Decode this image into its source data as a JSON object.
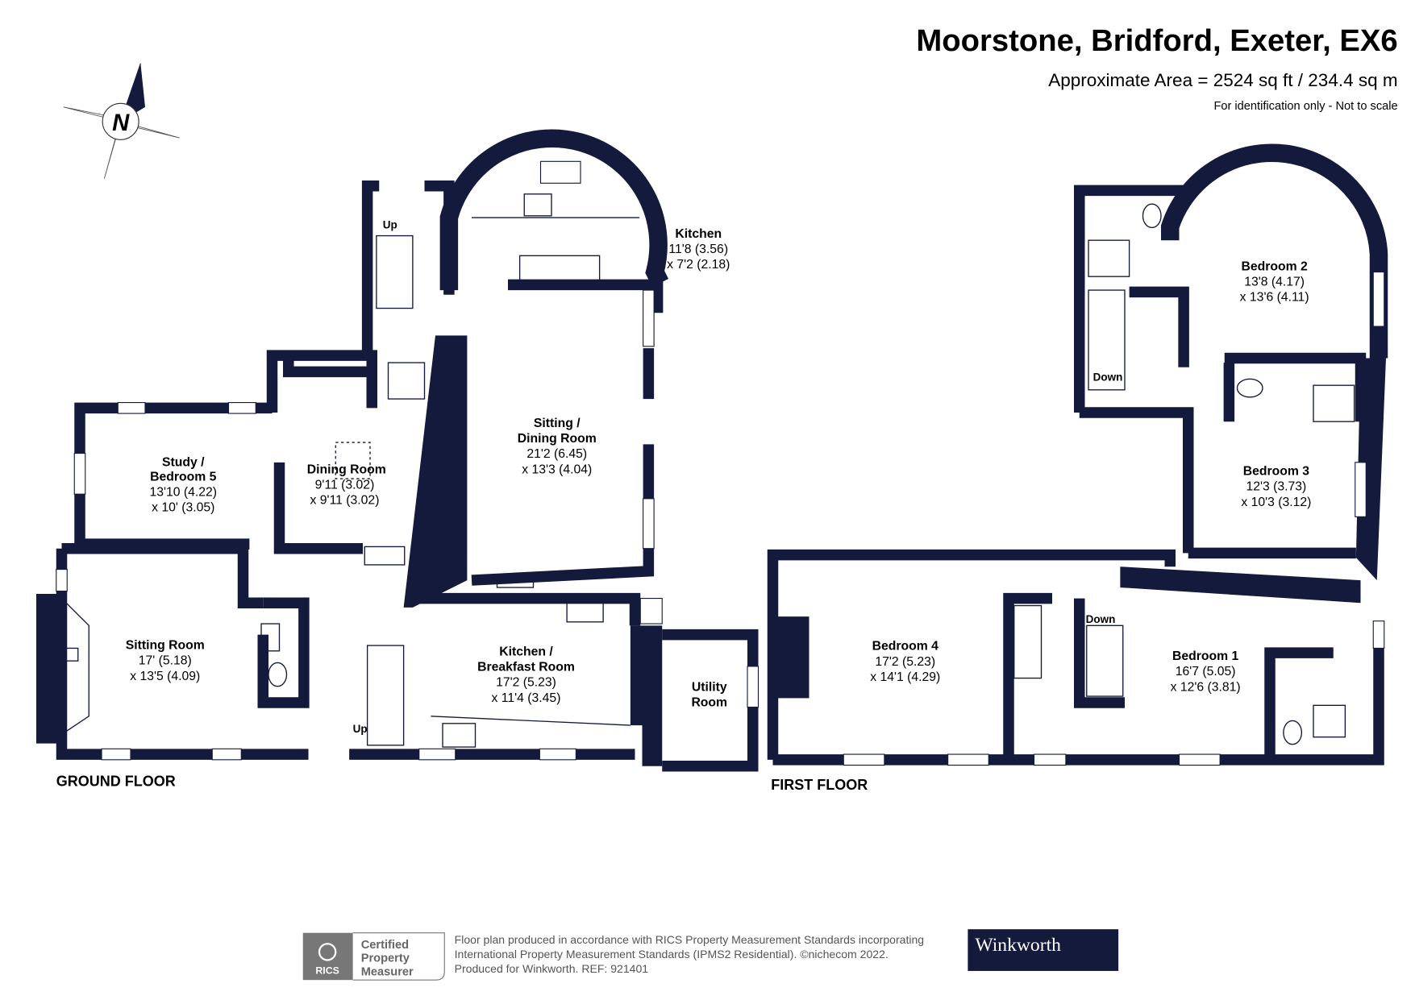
{
  "header": {
    "title": "Moorstone, Bridford, Exeter, EX6",
    "area": "Approximate Area = 2524 sq ft / 234.4 sq m",
    "note": "For identification only - Not to scale"
  },
  "compass": {
    "label": "N"
  },
  "colors": {
    "wall": "#141a3c",
    "brand": "#141a3c"
  },
  "ground_floor": {
    "label": "GROUND FLOOR",
    "stairs": [
      "Up",
      "Up"
    ],
    "rooms": [
      {
        "name": "Kitchen",
        "dims": [
          "11'8 (3.56)",
          "x 7'2 (2.18)"
        ]
      },
      {
        "name": "Sitting /",
        "name2": "Dining Room",
        "dims": [
          "21'2 (6.45)",
          "x 13'3 (4.04)"
        ]
      },
      {
        "name": "Study /",
        "name2": "Bedroom 5",
        "dims": [
          "13'10 (4.22)",
          "x 10' (3.05)"
        ]
      },
      {
        "name": "Dining Room",
        "dims": [
          "9'11 (3.02)",
          "x 9'11 (3.02)"
        ]
      },
      {
        "name": "Sitting Room",
        "dims": [
          "17' (5.18)",
          "x 13'5 (4.09)"
        ]
      },
      {
        "name": "Kitchen /",
        "name2": "Breakfast Room",
        "dims": [
          "17'2 (5.23)",
          "x 11'4 (3.45)"
        ]
      },
      {
        "name": "Utility",
        "name2": "Room"
      }
    ]
  },
  "first_floor": {
    "label": "FIRST FLOOR",
    "stairs": [
      "Down",
      "Down"
    ],
    "rooms": [
      {
        "name": "Bedroom 2",
        "dims": [
          "13'8 (4.17)",
          "x 13'6 (4.11)"
        ]
      },
      {
        "name": "Bedroom 3",
        "dims": [
          "12'3 (3.73)",
          "x 10'3 (3.12)"
        ]
      },
      {
        "name": "Bedroom 4",
        "dims": [
          "17'2 (5.23)",
          "x 14'1 (4.29)"
        ]
      },
      {
        "name": "Bedroom 1",
        "dims": [
          "16'7 (5.05)",
          "x 12'6 (3.81)"
        ]
      }
    ]
  },
  "footer": {
    "rics_badge": [
      "RICS",
      "Certified",
      "Property",
      "Measurer"
    ],
    "lines": [
      "Floor plan produced in accordance with RICS Property Measurement Standards incorporating",
      "International Property Measurement Standards (IPMS2 Residential).   ©nichecom 2022.",
      "Produced for Winkworth.   REF: 921401"
    ],
    "brand": "Winkworth"
  }
}
